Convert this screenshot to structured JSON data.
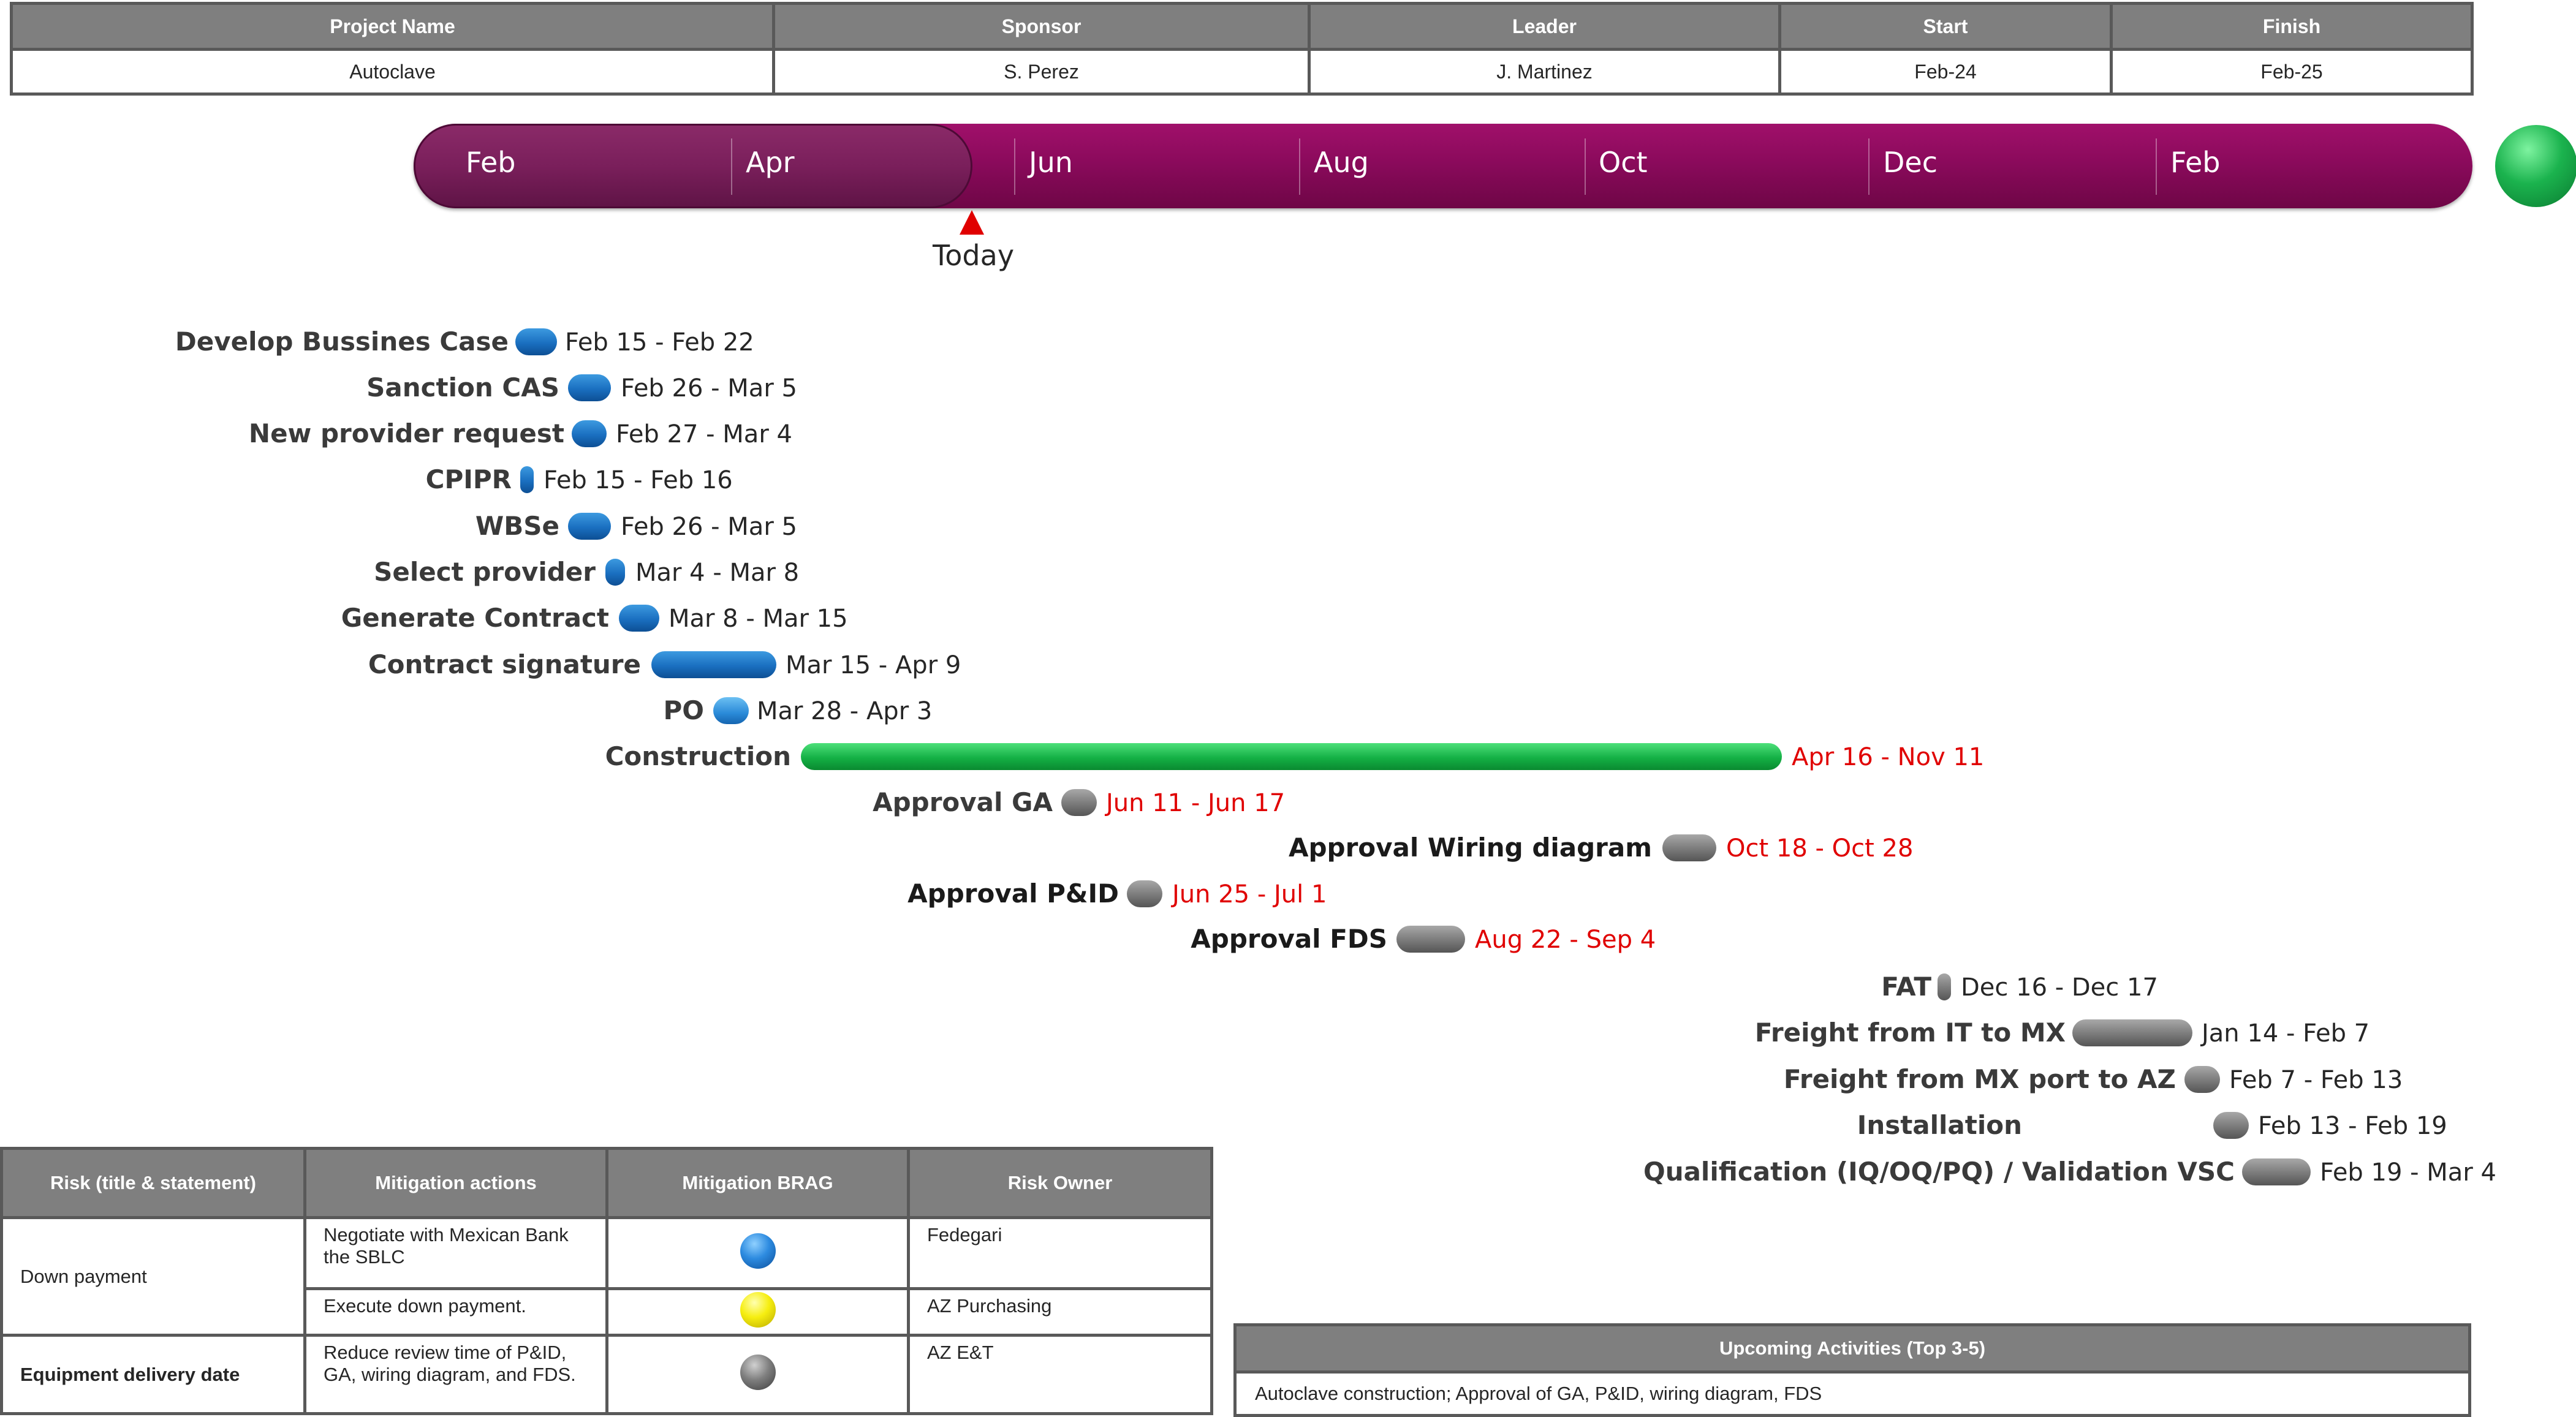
{
  "project": {
    "headers": [
      "Project Name",
      "Sponsor",
      "Leader",
      "Start",
      "Finish"
    ],
    "values": [
      "Autoclave",
      "S. Perez",
      "J. Martinez",
      "Feb-24",
      "Feb-25"
    ]
  },
  "timeline": {
    "months": [
      "Feb",
      "Apr",
      "Jun",
      "Aug",
      "Oct",
      "Dec",
      "Feb"
    ],
    "today_label": "Today",
    "colors": {
      "bar": "#8b0a5c",
      "elapsed": "#7a1f5b",
      "end_marker": "#1bb34e",
      "today_marker": "#e00000"
    }
  },
  "tasks": [
    {
      "name": "Develop Bussines Case",
      "dates": "Feb 15 - Feb 22",
      "color": "blue"
    },
    {
      "name": "Sanction CAS",
      "dates": "Feb 26 - Mar 5",
      "color": "blue"
    },
    {
      "name": "New provider request",
      "dates": "Feb 27 - Mar 4",
      "color": "blue"
    },
    {
      "name": "CPIPR",
      "dates": "Feb 15 - Feb 16",
      "color": "blue"
    },
    {
      "name": "WBSe",
      "dates": "Feb 26 - Mar 5",
      "color": "blue"
    },
    {
      "name": "Select provider",
      "dates": "Mar 4 - Mar 8",
      "color": "blue"
    },
    {
      "name": "Generate Contract",
      "dates": "Mar 8 - Mar 15",
      "color": "blue"
    },
    {
      "name": "Contract signature",
      "dates": "Mar 15 - Apr 9",
      "color": "blue"
    },
    {
      "name": "PO",
      "dates": "Mar 28 - Apr 3",
      "color": "light-blue"
    },
    {
      "name": "Construction",
      "dates": "Apr 16 - Nov 11",
      "color": "green",
      "date_color": "red"
    },
    {
      "name": "Approval GA",
      "dates": "Jun 11 - Jun 17",
      "color": "gray",
      "date_color": "red"
    },
    {
      "name": "Approval Wiring diagram",
      "dates": "Oct 18 - Oct 28",
      "color": "gray",
      "date_color": "red"
    },
    {
      "name": "Approval P&ID",
      "dates": "Jun 25 - Jul 1",
      "color": "gray",
      "date_color": "red"
    },
    {
      "name": "Approval FDS",
      "dates": "Aug 22 - Sep 4",
      "color": "gray",
      "date_color": "red"
    },
    {
      "name": "FAT",
      "dates": "Dec 16 - Dec 17",
      "color": "gray"
    },
    {
      "name": "Freight from IT to MX",
      "dates": "Jan 14 - Feb 7",
      "color": "gray"
    },
    {
      "name": "Freight from MX port to  AZ",
      "dates": "Feb 7 - Feb 13",
      "color": "gray"
    },
    {
      "name": "Installation",
      "dates": "Feb 13 - Feb 19",
      "color": "gray"
    },
    {
      "name": "Qualification (IQ/OQ/PQ) / Validation VSC",
      "dates": "Feb 19 - Mar 4",
      "color": "gray"
    }
  ],
  "risk_table": {
    "headers": [
      "Risk (title & statement)",
      "Mitigation actions",
      "Mitigation BRAG",
      "Risk Owner"
    ],
    "rows": [
      {
        "risk": "Down payment",
        "action": "Negotiate with Mexican Bank the SBLC",
        "brag": "blue",
        "owner": "Fedegari"
      },
      {
        "risk": "",
        "action": "Execute down payment.",
        "brag": "yellow",
        "owner": "AZ Purchasing"
      },
      {
        "risk": "Equipment delivery date",
        "action": "Reduce review time of P&ID, GA, wiring diagram, and FDS.",
        "brag": "gray",
        "owner": "AZ E&T"
      }
    ]
  },
  "upcoming": {
    "header": "Upcoming Activities (Top 3-5)",
    "text": "Autoclave construction; Approval of GA, P&ID, wiring diagram, FDS"
  }
}
